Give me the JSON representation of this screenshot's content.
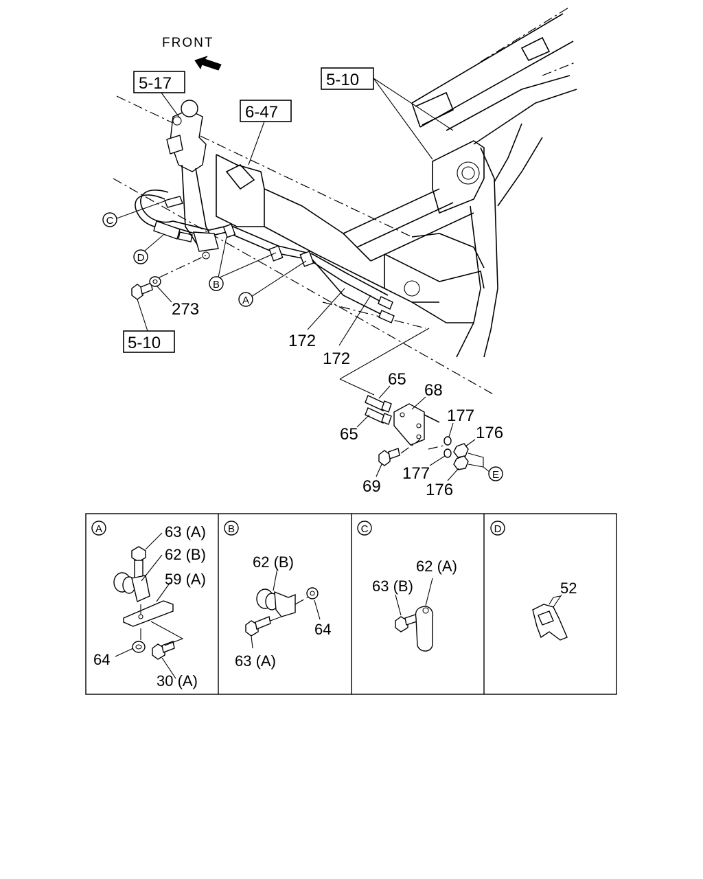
{
  "front_label": "FRONT",
  "ref_boxes": {
    "r517": "5-17",
    "r647": "6-47",
    "r510_top": "5-10",
    "r510_bottom": "5-10"
  },
  "callouts": {
    "c": "C",
    "d": "D",
    "b": "B",
    "a": "A",
    "e": "E"
  },
  "main_labels": {
    "p273": "273",
    "p172a": "172",
    "p172b": "172",
    "p65a": "65",
    "p65b": "65",
    "p68": "68",
    "p177a": "177",
    "p177b": "177",
    "p176a": "176",
    "p176b": "176",
    "p69": "69"
  },
  "detail_panels": [
    {
      "key": "A",
      "labels": [
        "63 (A)",
        "62 (B)",
        "59 (A)",
        "64",
        "30 (A)"
      ]
    },
    {
      "key": "B",
      "labels": [
        "62 (B)",
        "64",
        "63 (A)"
      ]
    },
    {
      "key": "C",
      "labels": [
        "62 (A)",
        "63 (B)"
      ]
    },
    {
      "key": "D",
      "labels": [
        "52"
      ]
    }
  ]
}
